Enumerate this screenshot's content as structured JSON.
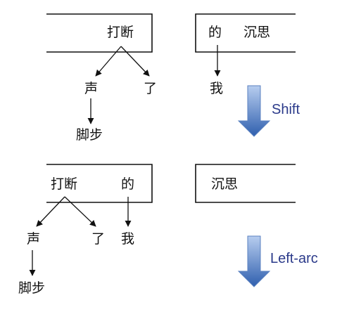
{
  "diagram": {
    "top": {
      "stack_words": [
        "打断"
      ],
      "buffer_words": [
        "的",
        "沉思"
      ],
      "stack_children": {
        "left_child": "声",
        "right_child": "了",
        "left_grandchild": "脚步"
      },
      "buffer_child": "我"
    },
    "transition_1": "Shift",
    "bottom": {
      "stack_words": [
        "打断",
        "的"
      ],
      "buffer_words": [
        "沉思"
      ],
      "stack_children": {
        "left_child": "声",
        "right_child": "了",
        "left_grandchild": "脚步"
      },
      "second_child": "我"
    },
    "transition_2": "Left-arc"
  },
  "colors": {
    "line": "#111111",
    "arrow_top": "#9ebbe6",
    "arrow_bottom": "#2f5fae",
    "arrow_outline": "#5b82c0",
    "label": "#2b3a8a"
  }
}
